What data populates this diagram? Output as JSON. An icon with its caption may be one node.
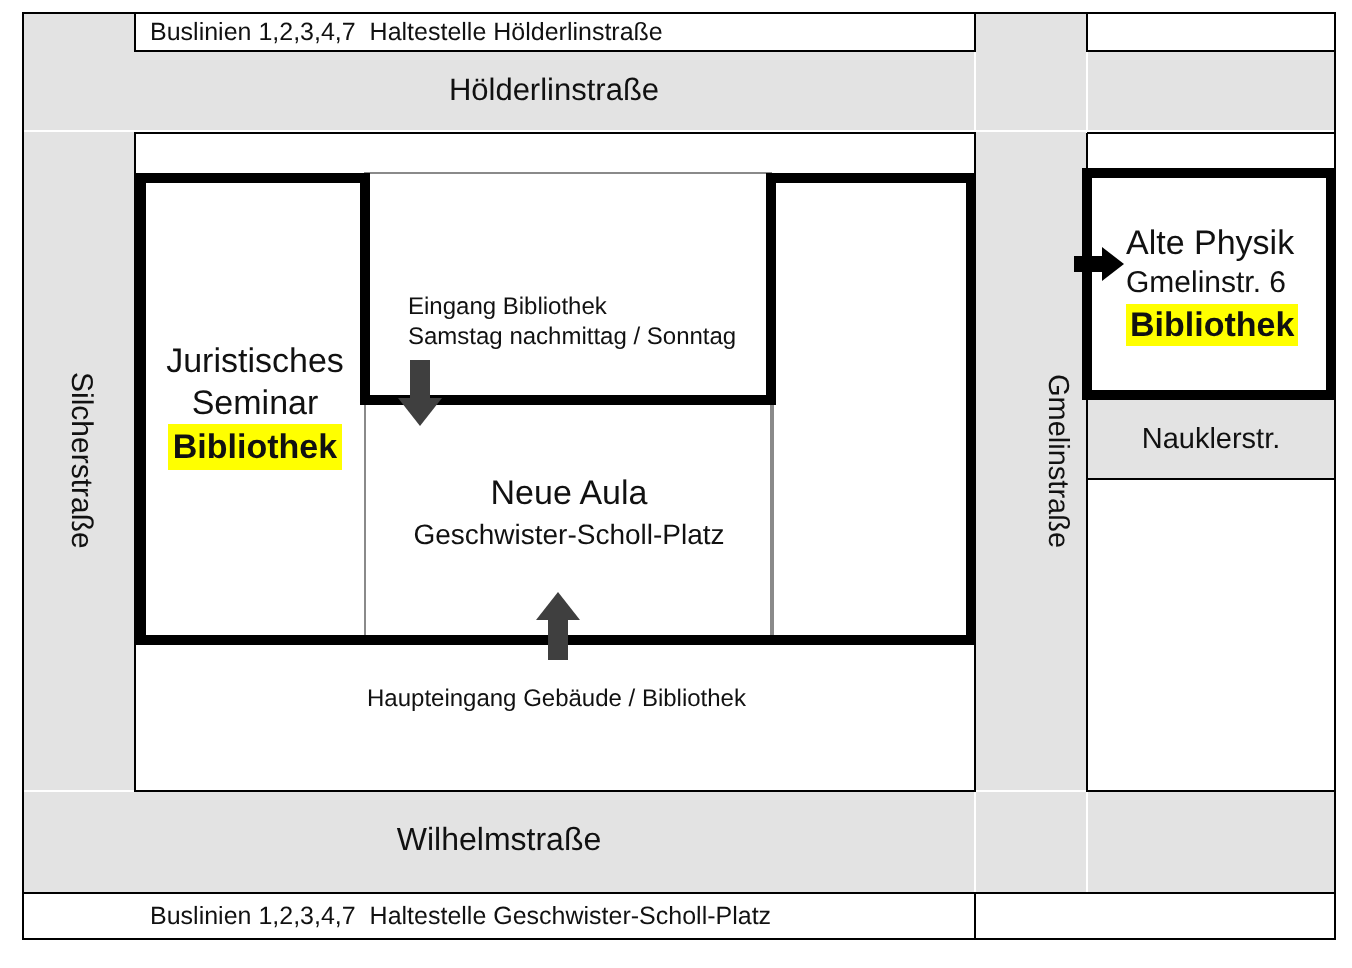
{
  "diagram": {
    "nodes": [
      {
        "text": [
          "Buslinien 1,2,3,4,7  Haltestelle Hölderlinstraße"
        ]
      },
      {
        "text": [
          "Hölderlinstraße"
        ]
      },
      {
        "text": [
          "Silcherstraße"
        ]
      },
      {
        "text": [
          "Juristisches Seminar",
          "Bibliothek"
        ]
      },
      {
        "text": [
          "Eingang Bibliothek",
          "Samstag nachmittag / Sonntag"
        ]
      },
      {
        "text": [
          "Neue Aula",
          "Geschwister-Scholl-Platz"
        ]
      },
      {
        "text": [],
        "shape": "box"
      },
      {
        "text": [
          "Gmelinstraße"
        ]
      },
      {
        "text": [
          "Alte Physik",
          "Gmelinstr. 6",
          "Bibliothek"
        ]
      },
      {
        "text": [
          "Nauklerstr."
        ]
      },
      {
        "text": [
          "Haupteingang Gebäude / Bibliothek"
        ]
      },
      {
        "text": [
          "Wilhelmstraße"
        ]
      },
      {
        "text": [
          "Buslinien 1,2,3,4,7  Haltestelle Geschwister-Scholl-Platz"
        ]
      }
    ],
    "edges": [
      {
        "from": 4,
        "to": 5,
        "arrow": "to"
      },
      {
        "from": 10,
        "to": 5,
        "arrow": "to"
      },
      {
        "from": 7,
        "to": 8,
        "arrow": "to",
        "color": "#000000"
      }
    ]
  }
}
